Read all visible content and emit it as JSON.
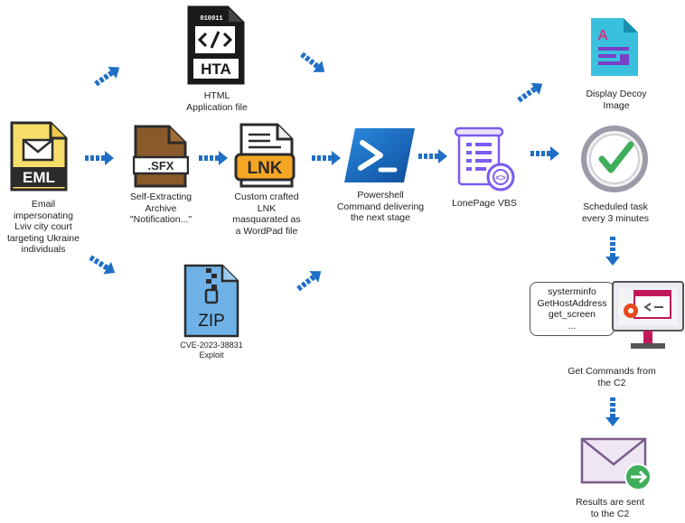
{
  "nodes": {
    "eml": {
      "icon_text": "EML",
      "label": "Email\nimpersonating\nLviv city court\ntargeting Ukraine\nindividuals"
    },
    "sfx": {
      "icon_text": ".SFX",
      "label": "Self-Extracting\nArchive\n\"Notification...\""
    },
    "hta": {
      "icon_text": "HTA",
      "icon_binary": "010011",
      "label": "HTML\nApplication file"
    },
    "lnk": {
      "icon_text": "LNK",
      "label": "Custom crafted\nLNK\nmasquarated as\na WordPad file"
    },
    "zip": {
      "icon_text": "ZIP",
      "label": "CVE-2023-38831\nExploit"
    },
    "powershell": {
      "label": "Powershell\nCommand delivering\nthe next stage"
    },
    "vbs": {
      "label": "LonePage VBS"
    },
    "decoy": {
      "icon_text": "A",
      "label": "Display Decoy\nImage"
    },
    "task": {
      "label": "Scheduled task\nevery 3 minutes"
    },
    "commands": {
      "items": [
        "systerminfo",
        "GetHostAddress",
        "get_screen",
        "..."
      ],
      "label": "Get Commands from\nthe C2"
    },
    "results": {
      "label": "Results are sent\nto the C2"
    }
  },
  "colors": {
    "arrow": "#1f6fc5",
    "eml_yellow": "#f7dd6a",
    "eml_band": "#2b2b2b",
    "sfx_brown": "#8b5a2b",
    "lnk_orange": "#f5a623",
    "zip_blue": "#6fb2e8",
    "ps_blue": "#1b73c9",
    "vbs_purple": "#7a5cf0",
    "decoy_cyan": "#39c0dd",
    "check_green": "#3fae5a",
    "envelope_purple": "#b89ac9"
  }
}
